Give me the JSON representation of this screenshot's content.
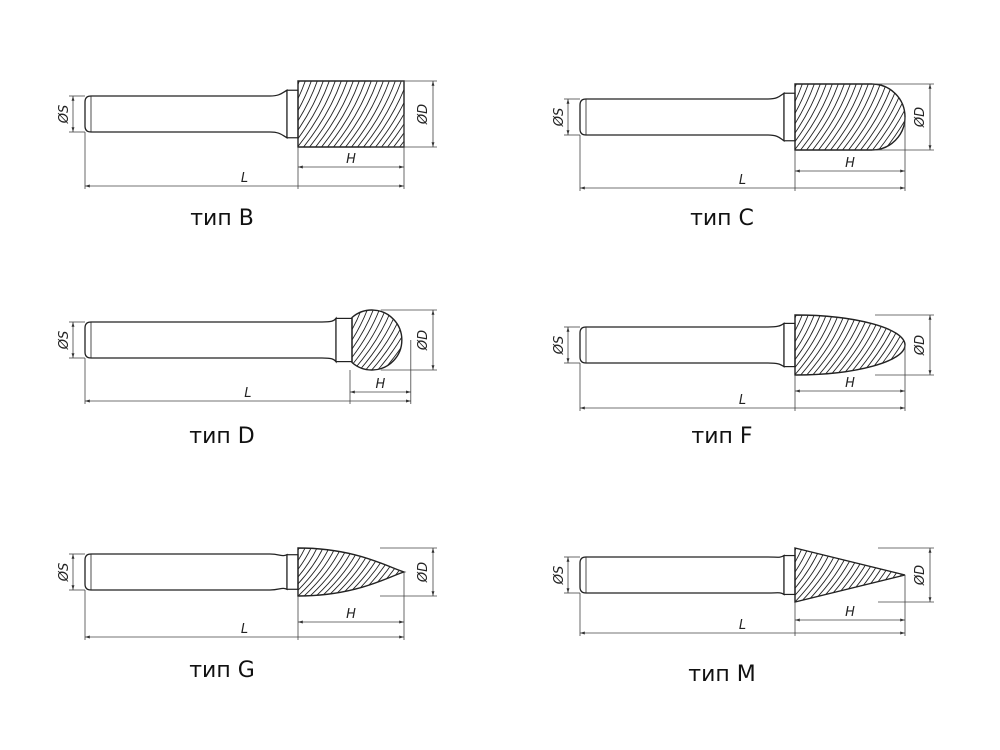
{
  "dimension_labels": {
    "shank_diameter": "ØS",
    "head_diameter": "ØD",
    "head_length": "H",
    "total_length": "L"
  },
  "burr_types": [
    {
      "id": "B",
      "caption": "тип B",
      "head_shape": "cylinder"
    },
    {
      "id": "C",
      "caption": "тип C",
      "head_shape": "cylinder-ball-nose"
    },
    {
      "id": "D",
      "caption": "тип D",
      "head_shape": "ball"
    },
    {
      "id": "F",
      "caption": "тип F",
      "head_shape": "tree-radius-end"
    },
    {
      "id": "G",
      "caption": "тип G",
      "head_shape": "tree-pointed"
    },
    {
      "id": "M",
      "caption": "тип M",
      "head_shape": "cone"
    }
  ],
  "colors": {
    "line": "#222222",
    "dim": "#444444"
  }
}
